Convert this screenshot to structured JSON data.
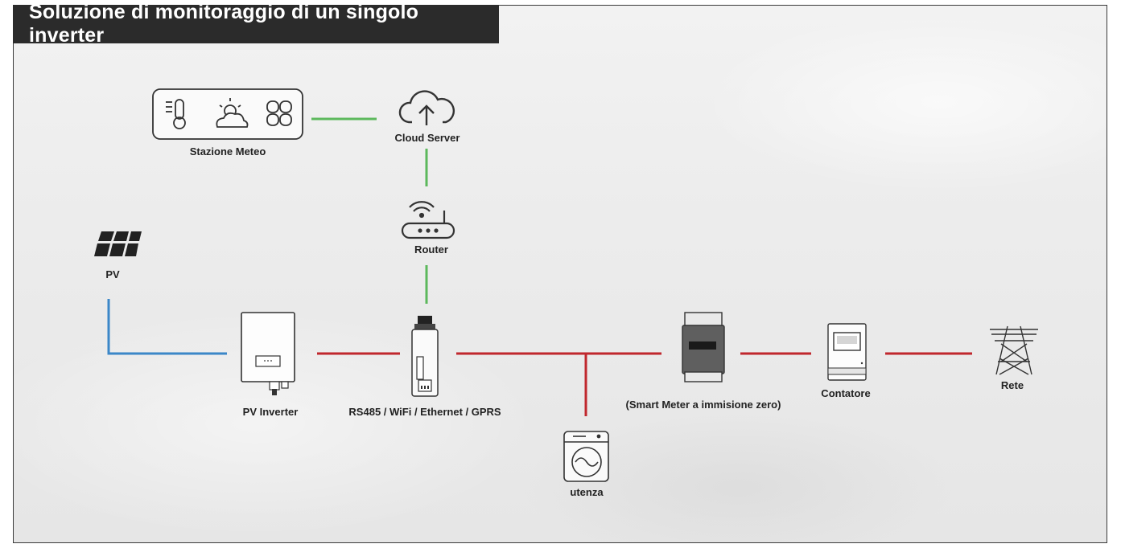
{
  "title": "Soluzione di monitoraggio di un singolo inverter",
  "colors": {
    "title_bg": "#2b2b2b",
    "data_link": "#5cb85c",
    "dc_link": "#3b87c8",
    "ac_link": "#c0272d"
  },
  "nodes": {
    "weather_station": "Stazione Meteo",
    "cloud_server": "Cloud Server",
    "router": "Router",
    "pv": "PV",
    "pv_inverter": "PV Inverter",
    "datalogger": "RS485 / WiFi / Ethernet / GPRS",
    "smart_meter": "(Smart Meter a immisione zero)",
    "contatore": "Contatore",
    "rete": "Rete",
    "utenza": "utenza"
  },
  "icons": {
    "weather_station": [
      "thermometer-icon",
      "sun-cloud-icon",
      "fan-icon"
    ],
    "cloud_server": "cloud-upload-icon",
    "router": "wifi-router-icon",
    "pv": "solar-panel-icon",
    "pv_inverter": "inverter-icon",
    "datalogger": "datalogger-stick-icon",
    "smart_meter": "smart-meter-icon",
    "contatore": "energy-meter-icon",
    "rete": "power-tower-icon",
    "utenza": "washing-machine-icon"
  }
}
